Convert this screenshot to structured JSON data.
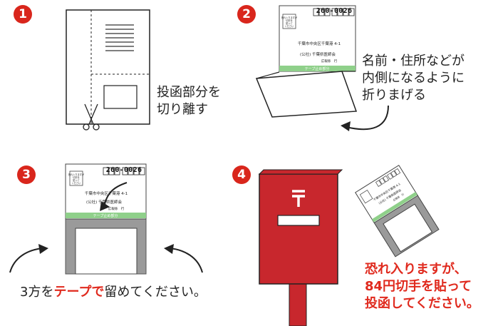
{
  "steps": {
    "s1": {
      "num": "1",
      "caption_line1": "投函部分を",
      "caption_line2": "切り離す"
    },
    "s2": {
      "num": "2",
      "caption_line1": "名前・住所などが",
      "caption_line2": "内側になるように",
      "caption_line3": "折りまげる"
    },
    "s3": {
      "num": "3",
      "caption_prefix": "3方を",
      "caption_highlight": "テープで",
      "caption_suffix": "留めてください。"
    },
    "s4": {
      "num": "4",
      "caption_line1": "恐れ入りますが、",
      "caption_line2": "84円切手を貼って",
      "caption_line3": "投函してください。"
    }
  },
  "envelope": {
    "postal_code": "260-0026",
    "stamp_box_text_1": "恐れ入りますが",
    "stamp_box_text_2": "切手を",
    "stamp_box_text_3": "貼って",
    "stamp_box_text_4": "ください",
    "address": "千葉市中央区千葉港 4-1",
    "org": "(公社) 千葉県医師会",
    "dept": "広報係　行",
    "tape_label": "テープ止め部分"
  },
  "colors": {
    "accent": "#d9261c",
    "postbox": "#c8272d",
    "tape_green": "#8fd08a",
    "grey_flap": "#9a9a9a"
  }
}
